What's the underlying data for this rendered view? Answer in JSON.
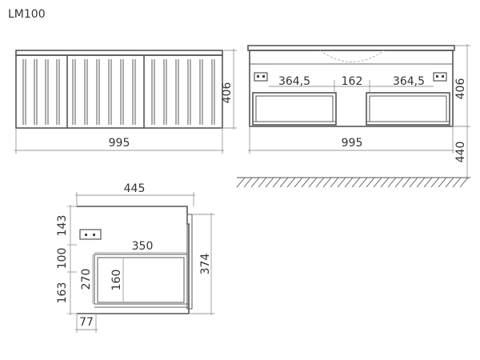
{
  "title": "LM100",
  "front_view": {
    "width_label": "995",
    "height_label": "406"
  },
  "rear_view": {
    "width_label": "995",
    "height_label": "406",
    "left_span_label": "364,5",
    "center_span_label": "162",
    "right_span_label": "364,5",
    "floor_height_label": "440"
  },
  "side_view": {
    "depth_label": "445",
    "total_height_label": "374",
    "top_offset_label": "143",
    "mid_section_label": "100",
    "bottom_section_label": "163",
    "drawer_depth_label": "350",
    "drawer_height_label": "270",
    "drawer_inner_height_label": "160",
    "front_offset_label": "77"
  }
}
